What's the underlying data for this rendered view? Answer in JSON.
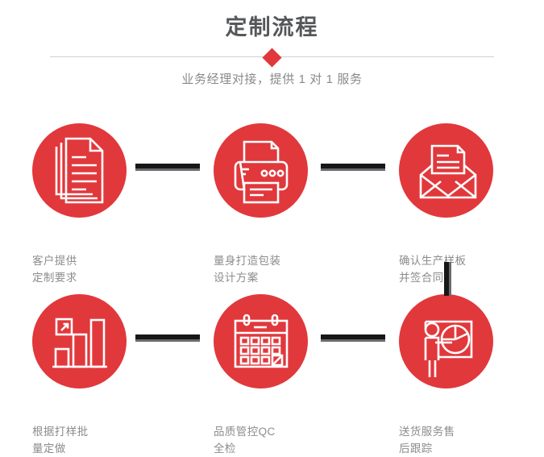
{
  "header": {
    "title": "定制流程",
    "subtitle": "业务经理对接，提供 1 对 1 服务",
    "accent_color": "#e1383c",
    "title_color": "#555759",
    "divider_color": "#cfcfcf",
    "diamond_icon": "diamond-icon"
  },
  "palette": {
    "circle_red": "#e1383c",
    "connector_black": "#17171a",
    "connector_shadow_gray": "#6b6b6b",
    "label_gray": "#8c8c8c",
    "background": "#ffffff"
  },
  "steps": [
    {
      "index": 1,
      "icon": "documents-stack-icon",
      "label": "客户提供\n定制要求"
    },
    {
      "index": 2,
      "icon": "printer-icon",
      "label": "量身打造包装\n设计方案"
    },
    {
      "index": 3,
      "icon": "envelope-document-icon",
      "label": "确认生产样板\n并签合同"
    },
    {
      "index": 4,
      "icon": "bar-chart-growth-icon",
      "label": "根据打样批\n量定做"
    },
    {
      "index": 5,
      "icon": "calendar-check-icon",
      "label": "品质管控QC\n全检"
    },
    {
      "index": 6,
      "icon": "presenter-pie-chart-icon",
      "label": "送货服务售\n后跟踪"
    }
  ],
  "connectors": [
    {
      "name": "connector-step1-step2",
      "orientation": "horizontal"
    },
    {
      "name": "connector-step2-step3",
      "orientation": "horizontal"
    },
    {
      "name": "connector-step3-step4",
      "orientation": "vertical"
    },
    {
      "name": "connector-step4-step5",
      "orientation": "horizontal"
    },
    {
      "name": "connector-step5-step6",
      "orientation": "horizontal"
    }
  ]
}
